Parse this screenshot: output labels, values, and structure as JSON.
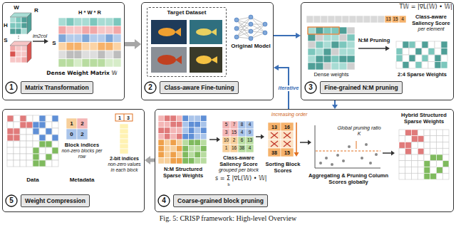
{
  "diagram": {
    "caption": "Fig. 5: CRISP framework: High-level Overview",
    "nodes": [
      {
        "text": [
          "H * W * R",
          "S",
          "Dense Weight Matrix 𝕎"
        ]
      },
      {
        "text": [
          "1"
        ],
        "in": 0
      },
      {
        "text": [
          "Matrix Transformation"
        ],
        "in": 0
      },
      {
        "text": [
          "Original Model"
        ]
      },
      {
        "text": [
          "Target Dataset"
        ],
        "in": 3
      },
      {
        "text": [
          "2"
        ],
        "in": 3
      },
      {
        "text": [
          "Class-aware Fine-tuning"
        ],
        "in": 3
      },
      {
        "text": [
          "T𝕎 = |∇L(𝕎) • 𝕎|",
          "Class-aware Saliency Score",
          "per element",
          "Dense weights",
          "N:M Pruning",
          "2:4 Sparse Weights"
        ]
      },
      {
        "text": [
          "3"
        ],
        "in": 7
      },
      {
        "text": [
          "Fine-grained N:M pruning"
        ],
        "in": 7
      },
      {
        "text": [
          "Data",
          "Metadata",
          "Block indices",
          "non-zero blocks per row",
          "2-bit indices",
          "non-zero values in each block"
        ]
      },
      {
        "text": [
          "5"
        ],
        "in": 10
      },
      {
        "text": [
          "Weight Compression"
        ],
        "in": 10
      },
      {
        "text": [
          "N:M Structured Sparse Weights",
          "Class-aware Saliency Score",
          "grouped per block",
          "s = Σ |∇L(𝕎) • 𝕎|",
          "Increasing order",
          "Sorting Block Scores",
          "Global pruning ratio K",
          "Aggregating & Pruning Column Scores globally",
          "Hybrid Structured Sparse Weights"
        ]
      },
      {
        "text": [
          "4"
        ],
        "in": 13
      },
      {
        "text": [
          "Coarse-grained block pruning"
        ],
        "in": 13
      }
    ],
    "edges": [
      {
        "from": 0,
        "to": 3,
        "arrow": "to"
      },
      {
        "from": 3,
        "to": 7,
        "arrow": "to"
      },
      {
        "from": 7,
        "to": 13,
        "arrow": "to"
      },
      {
        "from": 13,
        "to": 3,
        "arrow": "to",
        "label": "iterative"
      },
      {
        "from": 13,
        "to": 10,
        "arrow": "to"
      }
    ],
    "labels": [
      "H",
      "W",
      "R",
      "S",
      "im2col",
      "13",
      "15",
      "4",
      "1",
      "3",
      "1",
      "2",
      "0",
      "2",
      "5",
      "7",
      "8",
      "4",
      "3",
      "15",
      "4",
      "9",
      "10",
      "2",
      "6",
      "13",
      "1",
      "16",
      "38",
      "4",
      "b",
      "13",
      "16",
      "38",
      "15"
    ]
  }
}
